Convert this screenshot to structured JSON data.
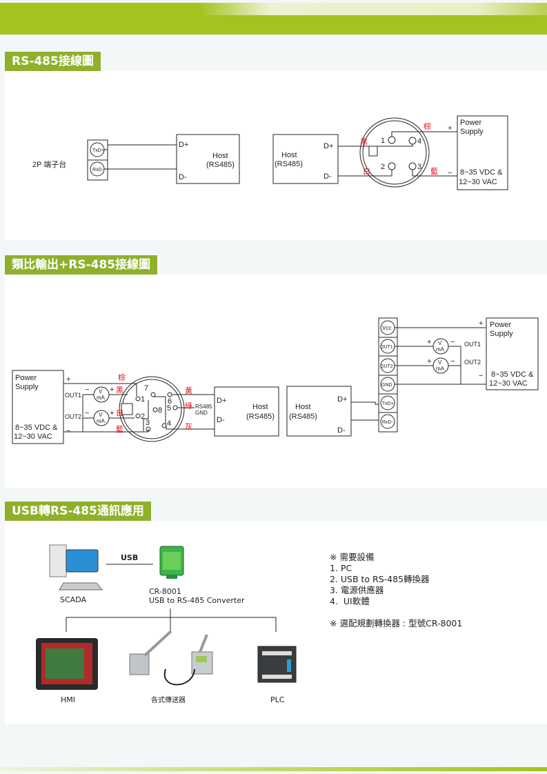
{
  "sections": [
    {
      "title": "RS-485接線圖"
    },
    {
      "title": "類比輸出+RS-485接線圖"
    },
    {
      "title": "USB轉RS-485通訊應用"
    }
  ],
  "common": {
    "dplus": "D+",
    "dminus": "D-",
    "host": "Host",
    "host_sub": "(RS485)",
    "power": "Power",
    "supply": "Supply",
    "volt_dc": "8~35 VDC &",
    "volt_ac": "12~30 VAC",
    "plus": "+",
    "minus": "−",
    "txd": "TxD+",
    "rxd": "RxD-",
    "brown": "棕",
    "black": "黑",
    "white": "白",
    "blue": "藍"
  },
  "d1": {
    "terminal_label": "2P 端子台",
    "pins": [
      "1",
      "2",
      "3",
      "4"
    ]
  },
  "d2": {
    "out1": "OUT1",
    "out2": "OUT2",
    "v": "V",
    "ma": "mA",
    "yellow": "黃",
    "green": "綠",
    "gray": "灰",
    "rs485": "RS485",
    "gnd_label": "GND",
    "vcc": "Vcc",
    "gnd": "GND",
    "pins": [
      "1",
      "2",
      "3",
      "4",
      "5",
      "6",
      "7",
      "8"
    ]
  },
  "d3": {
    "usb": "USB",
    "scada": "SCADA",
    "converter_model": "CR-8001",
    "converter_name": "USB to RS-485 Converter",
    "hmi": "HMI",
    "transmitters": "各式傳送器",
    "plc": "PLC",
    "notes": [
      "※ 需要設備",
      "1. PC",
      "2. USB to RS-485轉換器",
      "3. 電源供應器",
      "4.  UI軟體",
      "",
      "※ 選配規劃轉換器 : 型號CR-8001"
    ]
  },
  "colors": {
    "brand": "#a5c31f",
    "title_bg": "#8fb02b",
    "wire_label": "#e0121b"
  }
}
